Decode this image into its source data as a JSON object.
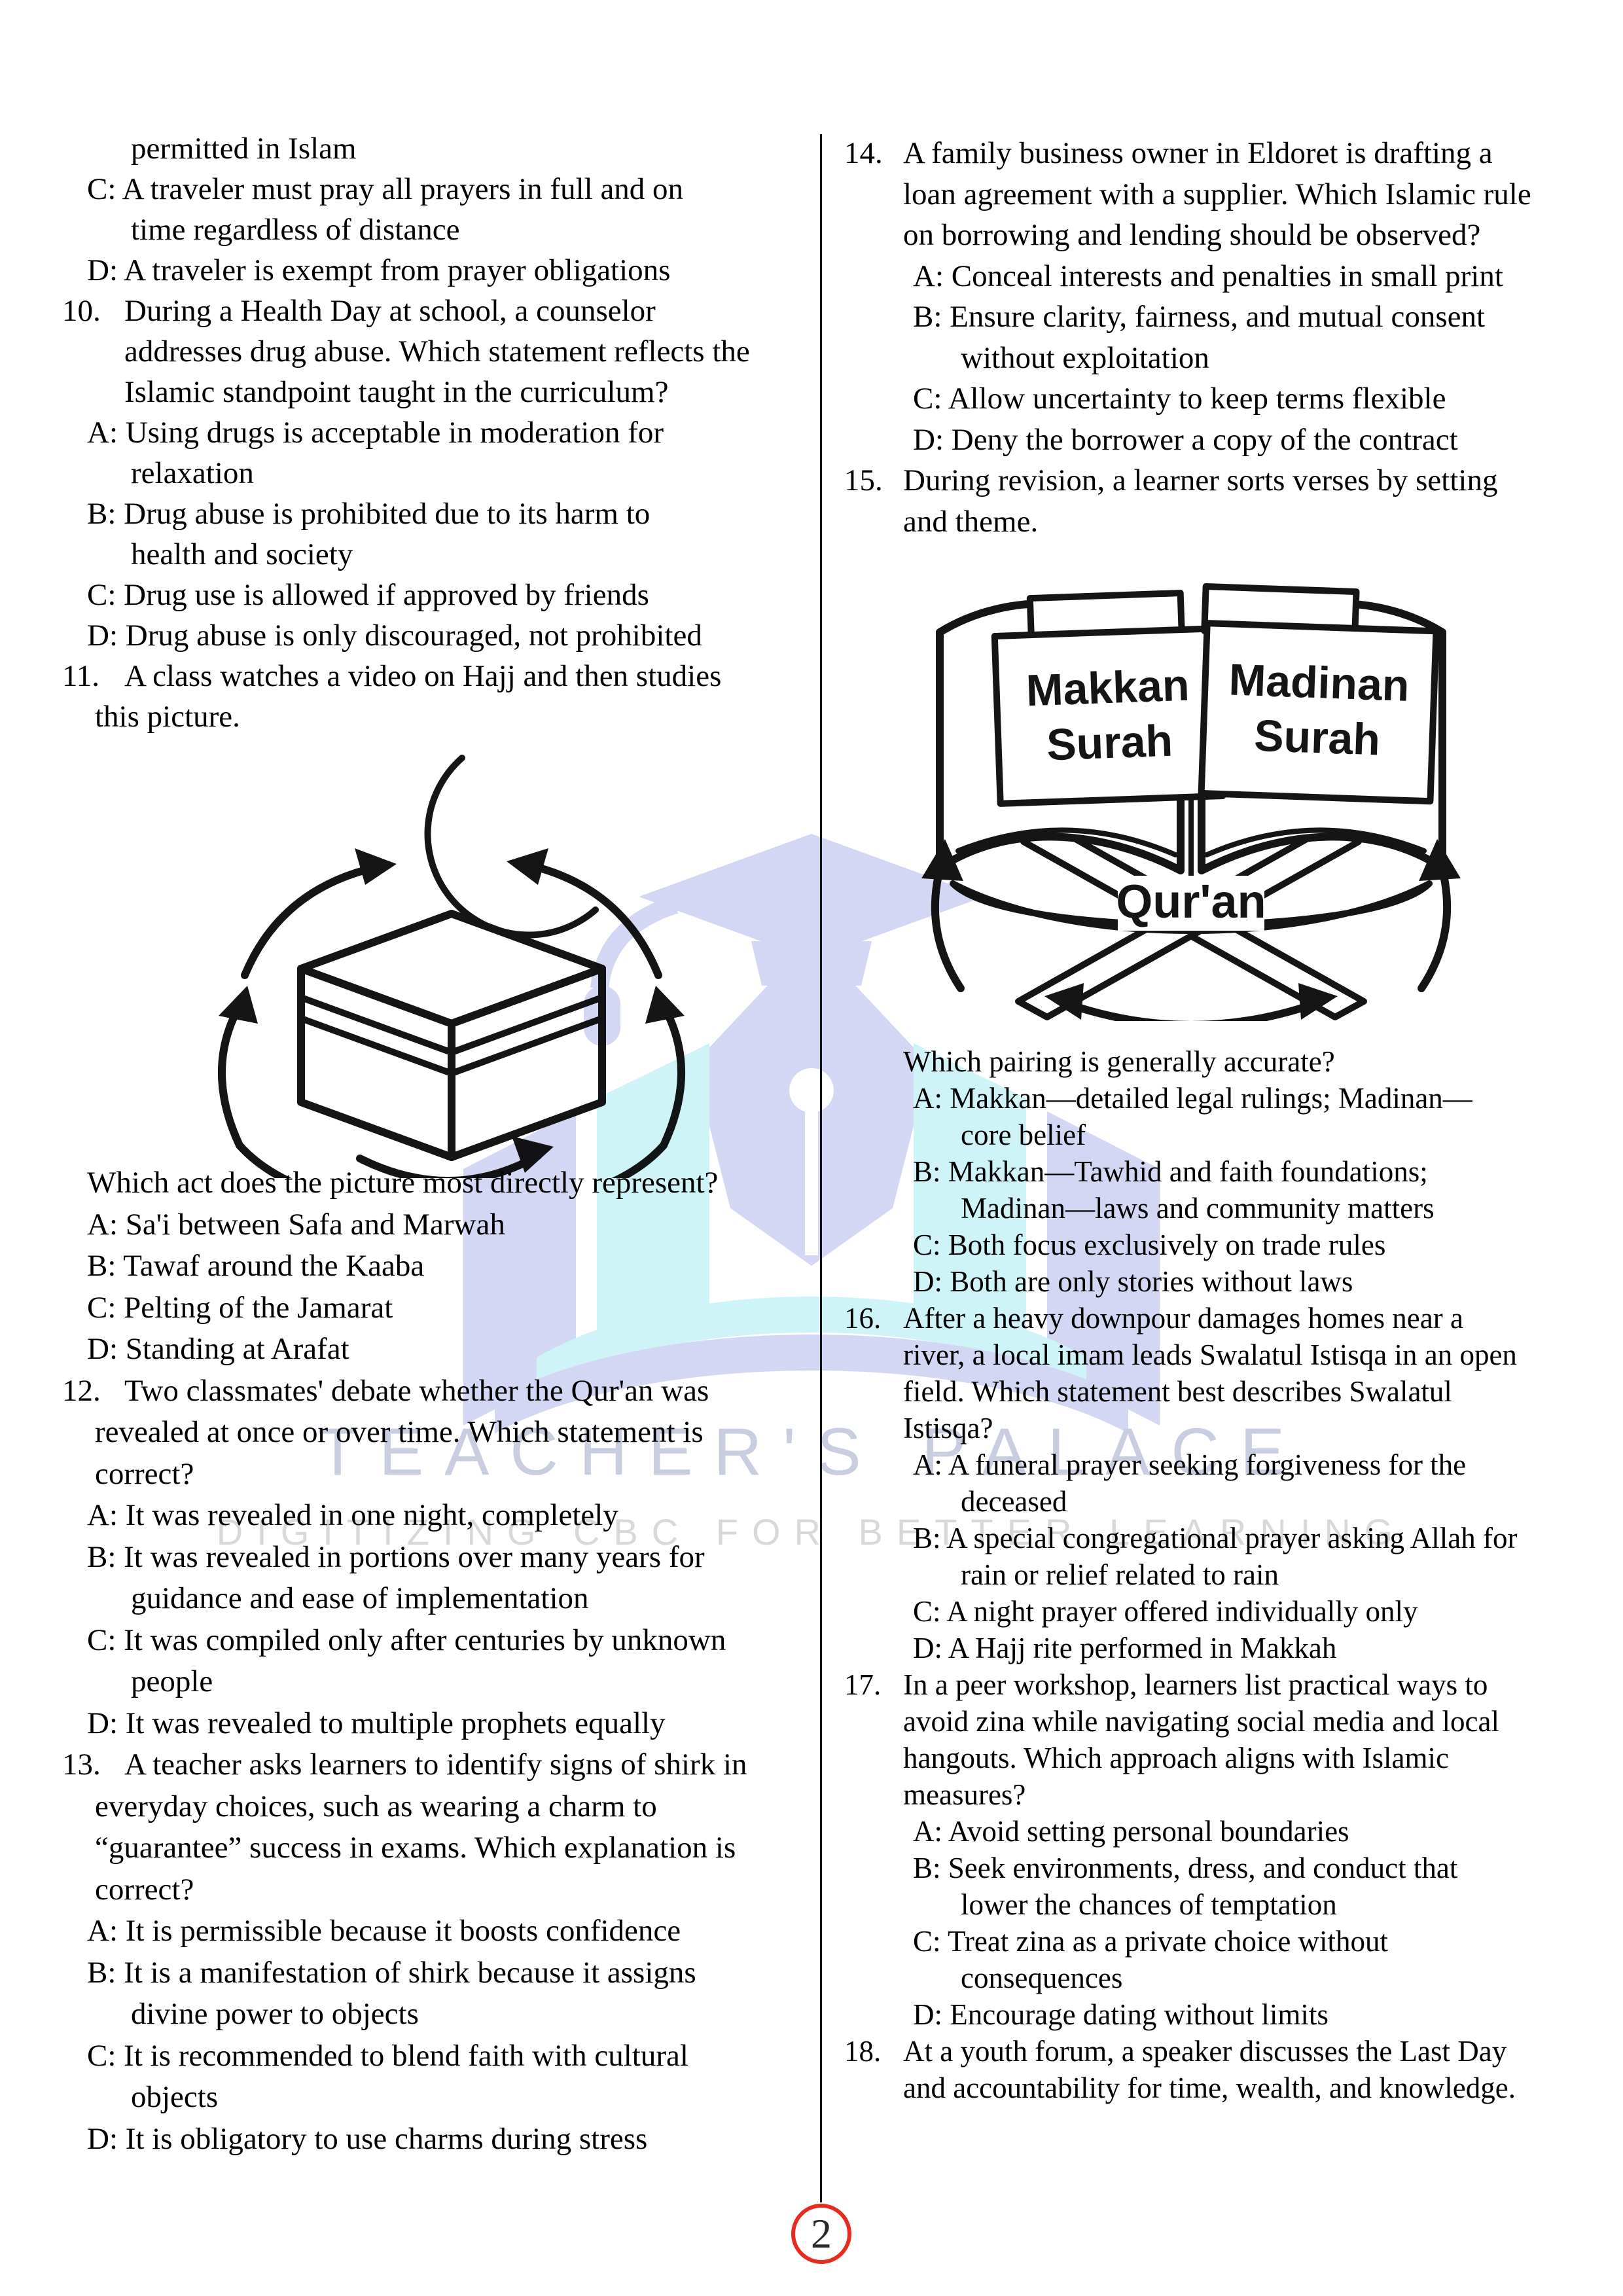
{
  "page": {
    "number": "2"
  },
  "watermark": {
    "line1": "TEACHER'S PALACE",
    "line2": "DIGITIZING CBC FOR BETTER LEARNING"
  },
  "figures": {
    "kaaba": {
      "alt": "crescent-moon-over-kaaba-with-circling-arrows"
    },
    "quran": {
      "tab_left_1": "Makkan",
      "tab_left_2": "Surah",
      "tab_right_1": "Madinan",
      "tab_right_2": "Surah",
      "stand_label": "Qur'an"
    }
  },
  "columns": {
    "left": {
      "block1": [
        {
          "i": "oc",
          "t": "permitted in Islam"
        },
        {
          "i": "opt",
          "t": "C: A traveler must pray all prayers in full and on"
        },
        {
          "i": "oc",
          "t": "time regardless of distance"
        },
        {
          "i": "opt",
          "t": "D: A traveler is exempt from prayer obligations"
        },
        {
          "i": "num",
          "n": "10.",
          "t": "During a Health Day at school, a counselor"
        },
        {
          "i": "qc",
          "t": "addresses drug abuse. Which statement reflects the"
        },
        {
          "i": "qc",
          "t": "Islamic standpoint taught in the curriculum?"
        },
        {
          "i": "opt",
          "t": "A: Using drugs is acceptable in moderation for"
        },
        {
          "i": "oc",
          "t": "relaxation"
        },
        {
          "i": "opt",
          "t": "B: Drug abuse is prohibited due to its harm to"
        },
        {
          "i": "oc",
          "t": "health and society"
        },
        {
          "i": "opt",
          "t": "C: Drug use is allowed if approved by friends"
        },
        {
          "i": "opt",
          "t": "D: Drug abuse is only discouraged, not prohibited"
        },
        {
          "i": "num",
          "n": "11.",
          "t": "A class watches a video on Hajj and then studies"
        },
        {
          "i": "qc2",
          "t": "this picture."
        }
      ],
      "block2": [
        {
          "i": "opt",
          "t": "Which act does the picture most directly represent?"
        },
        {
          "i": "opt",
          "t": "A: Sa'i between Safa and Marwah"
        },
        {
          "i": "opt",
          "t": "B: Tawaf around the Kaaba"
        },
        {
          "i": "opt",
          "t": "C: Pelting of the Jamarat"
        },
        {
          "i": "opt",
          "t": "D: Standing at Arafat"
        },
        {
          "i": "num",
          "n": "12.",
          "t": "Two classmates' debate whether the Qur'an was"
        },
        {
          "i": "qc2",
          "t": "revealed at once or over time. Which statement is"
        },
        {
          "i": "qc2",
          "t": "correct?"
        },
        {
          "i": "opt",
          "t": "A: It was revealed in one night, completely"
        },
        {
          "i": "opt",
          "t": "B: It was revealed in portions over many years for"
        },
        {
          "i": "oc",
          "t": "guidance and ease of implementation"
        },
        {
          "i": "opt",
          "t": "C: It was compiled only after centuries by unknown"
        },
        {
          "i": "oc",
          "t": "people"
        },
        {
          "i": "opt",
          "t": "D: It was revealed to multiple prophets equally"
        },
        {
          "i": "num",
          "n": "13.",
          "t": "A teacher asks learners to identify signs of shirk in"
        },
        {
          "i": "qc2",
          "t": "everyday choices, such as wearing a charm to"
        },
        {
          "i": "qc2",
          "t": "“guarantee” success in exams. Which explanation is"
        },
        {
          "i": "qc2",
          "t": "correct?"
        },
        {
          "i": "opt",
          "t": "A: It is permissible because it boosts confidence"
        },
        {
          "i": "opt",
          "t": "B: It is a manifestation of shirk because it assigns"
        },
        {
          "i": "oc",
          "t": "divine power to objects"
        },
        {
          "i": "opt",
          "t": "C: It is recommended to blend faith with cultural"
        },
        {
          "i": "oc",
          "t": "objects"
        },
        {
          "i": "opt",
          "t": "D: It is obligatory to use charms during stress"
        }
      ]
    },
    "right": {
      "block1": [
        {
          "i": "num",
          "n": "14.",
          "t": "A family business owner in Eldoret is drafting a"
        },
        {
          "i": "qc",
          "t": "loan agreement with a supplier. Which Islamic rule"
        },
        {
          "i": "qc",
          "t": "on borrowing and lending should be observed?"
        },
        {
          "i": "opt",
          "t": "A: Conceal interests and penalties in small print"
        },
        {
          "i": "opt",
          "t": "B: Ensure clarity, fairness, and mutual consent"
        },
        {
          "i": "oc",
          "t": "without exploitation"
        },
        {
          "i": "opt",
          "t": "C: Allow uncertainty to keep terms flexible"
        },
        {
          "i": "opt",
          "t": "D: Deny the borrower a copy of the contract"
        },
        {
          "i": "num",
          "n": "15.",
          "t": "During revision, a learner sorts verses by setting"
        },
        {
          "i": "qc",
          "t": "and theme."
        }
      ],
      "block2": [
        {
          "i": "qc",
          "t": "Which pairing is generally accurate?"
        },
        {
          "i": "opt",
          "t": "A: Makkan—detailed legal rulings; Madinan—"
        },
        {
          "i": "oc",
          "t": "core belief"
        },
        {
          "i": "opt",
          "t": "B: Makkan—Tawhid and faith foundations;"
        },
        {
          "i": "oc",
          "t": "Madinan—laws and community matters"
        },
        {
          "i": "opt",
          "t": "C: Both focus exclusively on trade rules"
        },
        {
          "i": "opt",
          "t": "D: Both are only stories without laws"
        },
        {
          "i": "num",
          "n": "16.",
          "t": "After a heavy downpour damages homes near a"
        },
        {
          "i": "qc",
          "t": "river, a local imam leads Swalatul Istisqa in an open"
        },
        {
          "i": "qc",
          "t": "field. Which statement best describes Swalatul"
        },
        {
          "i": "qc",
          "t": "Istisqa?"
        },
        {
          "i": "opt",
          "t": "A: A funeral prayer seeking forgiveness for the"
        },
        {
          "i": "oc",
          "t": "deceased"
        },
        {
          "i": "opt",
          "t": "B: A special congregational prayer asking Allah for"
        },
        {
          "i": "oc",
          "t": "rain or relief related to rain"
        },
        {
          "i": "opt",
          "t": "C: A night prayer offered individually only"
        },
        {
          "i": "opt",
          "t": "D: A Hajj rite performed in Makkah"
        },
        {
          "i": "num",
          "n": "17.",
          "t": "In a peer workshop, learners list practical ways to"
        },
        {
          "i": "qc",
          "t": "avoid zina while navigating social media and local"
        },
        {
          "i": "qc",
          "t": "hangouts. Which approach aligns with Islamic"
        },
        {
          "i": "qc",
          "t": "measures?"
        },
        {
          "i": "opt",
          "t": "A: Avoid setting personal boundaries"
        },
        {
          "i": "opt",
          "t": "B: Seek environments, dress, and conduct that"
        },
        {
          "i": "oc",
          "t": "lower the chances of temptation"
        },
        {
          "i": "opt",
          "t": "C: Treat zina as a private choice without"
        },
        {
          "i": "oc",
          "t": "consequences"
        },
        {
          "i": "opt",
          "t": "D: Encourage dating without limits"
        },
        {
          "i": "num",
          "n": "18.",
          "t": "At a youth forum, a speaker discusses the Last Day"
        },
        {
          "i": "qc",
          "t": "and accountability for time, wealth, and knowledge."
        }
      ]
    }
  }
}
